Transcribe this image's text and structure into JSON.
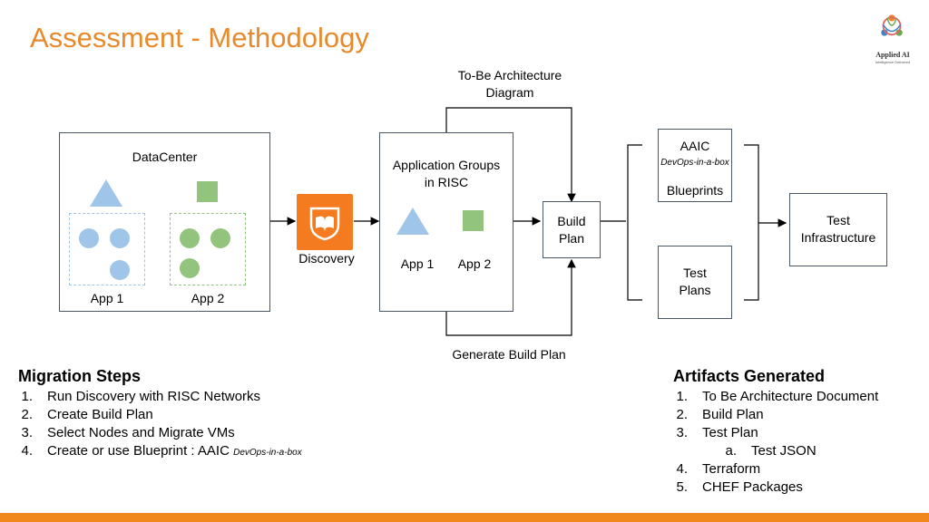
{
  "title": "Assessment - Methodology",
  "logo": {
    "name": "Applied AI",
    "tagline": "Intelligence Delivered"
  },
  "diagram": {
    "datacenter": {
      "label": "DataCenter",
      "app1": "App 1",
      "app2": "App 2"
    },
    "discovery": {
      "label": "Discovery",
      "icon": "risc-networks-logo-icon"
    },
    "app_groups": {
      "label": "Application Groups in RISC",
      "app1": "App 1",
      "app2": "App 2"
    },
    "to_be": "To-Be Architecture Diagram",
    "generate": "Generate Build Plan",
    "build_plan": "Build Plan",
    "aaic": {
      "top": "AAIC",
      "mid": "DevOps-in-a-box",
      "bottom": "Blueprints"
    },
    "test_plans": "Test Plans",
    "test_infra": "Test Infrastructure"
  },
  "migration": {
    "heading": "Migration Steps",
    "steps": [
      {
        "num": "1.",
        "text": "Run Discovery with RISC Networks"
      },
      {
        "num": "2.",
        "text": "Create Build Plan"
      },
      {
        "num": "3.",
        "text": "Select Nodes and Migrate VMs"
      },
      {
        "num": "4.",
        "text": "Create or use Blueprint : AAIC",
        "small": "DevOps-in-a-box"
      }
    ]
  },
  "artifacts": {
    "heading": "Artifacts Generated",
    "items": [
      {
        "num": "1.",
        "text": "To Be Architecture Document"
      },
      {
        "num": "2.",
        "text": "Build Plan"
      },
      {
        "num": "3.",
        "text": "Test Plan"
      },
      {
        "num": "a.",
        "text": "Test JSON"
      },
      {
        "num": "4.",
        "text": "Terraform"
      },
      {
        "num": "5.",
        "text": "CHEF Packages"
      }
    ]
  },
  "colors": {
    "accent": "#e8892b",
    "blue": "#9fc5e8",
    "green": "#93c47d",
    "discovery": "#f47b20"
  }
}
